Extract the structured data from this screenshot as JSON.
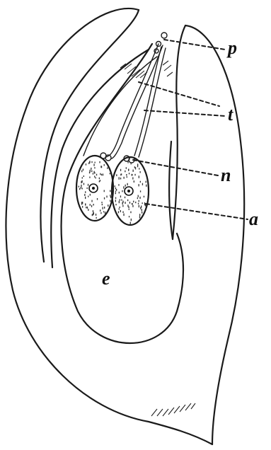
{
  "labels": {
    "p": "p",
    "t": "t",
    "n": "n",
    "a": "a",
    "e": "e"
  }
}
